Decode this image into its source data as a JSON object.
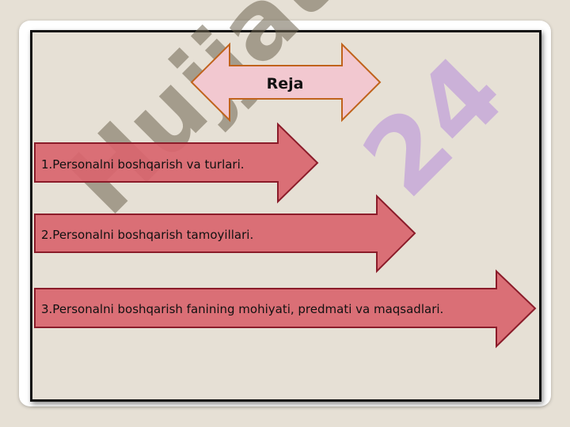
{
  "slide": {
    "title": "Reja",
    "items": [
      {
        "label": "1.Personalni boshqarish va turlari."
      },
      {
        "label": "2.Personalni boshqarish tamoyillari."
      },
      {
        "label": "3.Personalni boshqarish fanining mohiyati, predmati va maqsadlari."
      }
    ]
  },
  "watermark": {
    "text": "Hujjat",
    "number": "24"
  },
  "colors": {
    "background": "#e6e0d5",
    "title_arrow_fill": "#f2c8d0",
    "title_arrow_stroke": "#c0631c",
    "item_arrow_fill": "#d9656e",
    "item_arrow_stroke": "#8b1c2a"
  }
}
